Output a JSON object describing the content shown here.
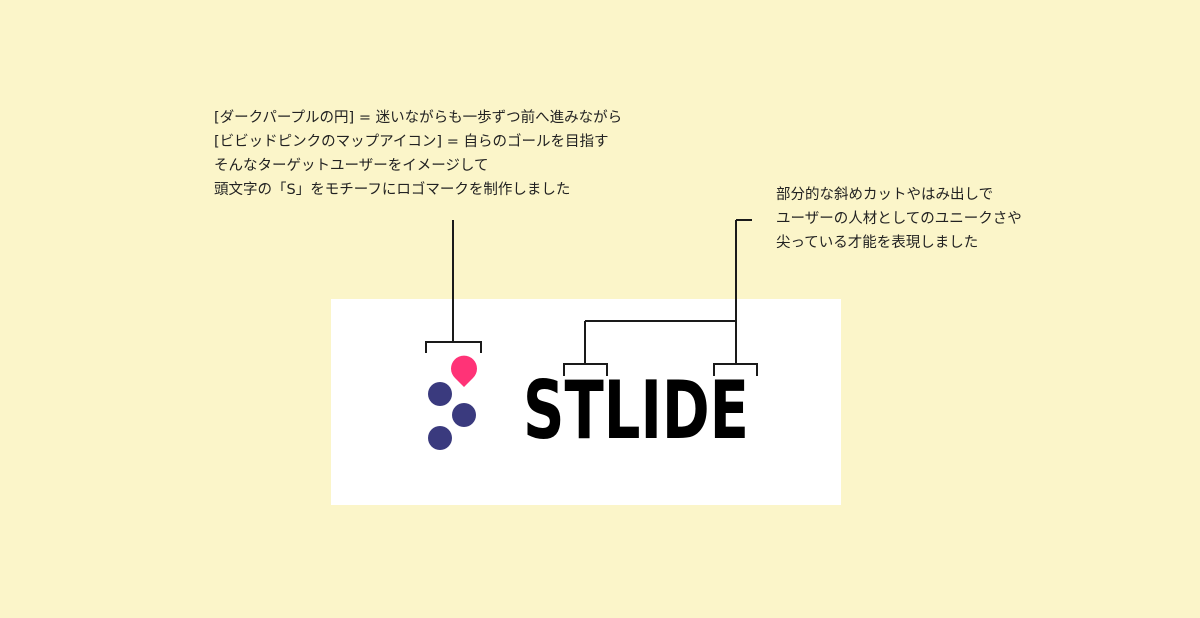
{
  "left_annotation": {
    "lines": [
      "[ダークパープルの円] = 迷いながらも一歩ずつ前へ進みながら",
      "[ビビッドピンクのマップアイコン] = 自らのゴールを目指す",
      "そんなターゲットユーザーをイメージして",
      "頭文字の「S」をモチーフにロゴマークを制作しました"
    ]
  },
  "right_annotation": {
    "lines": [
      "部分的な斜めカットやはみ出しで",
      "ユーザーの人材としてのユニークさや",
      "尖っている才能を表現しました"
    ]
  },
  "logo": {
    "wordmark": "STLIDE",
    "colors": {
      "dark_purple": "#3a3a7e",
      "vivid_pink": "#ff3377",
      "background": "#fbf5c9"
    }
  }
}
